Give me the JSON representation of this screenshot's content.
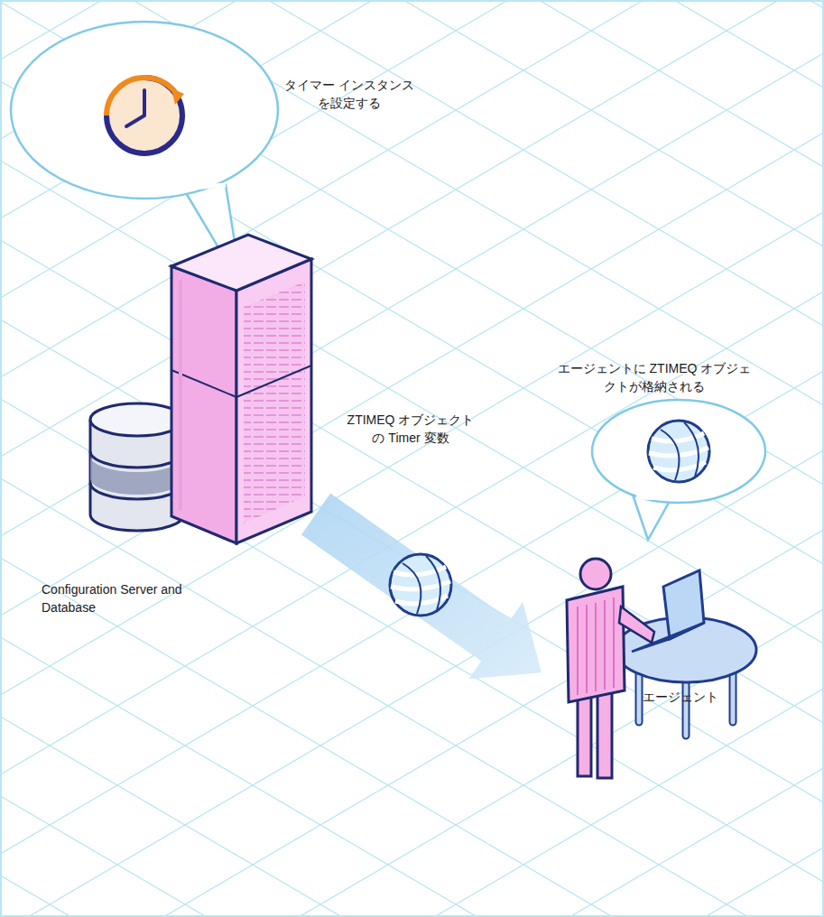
{
  "diagram": {
    "nodes": [
      {
        "text": [
          "Configuration Server and Database"
        ]
      },
      {
        "text": [
          "エージェント"
        ]
      }
    ],
    "edges": [
      {
        "from": 0,
        "to": 1,
        "arrow": "to",
        "label": "ZTIMEQ オブジェクト の Timer 変数"
      }
    ],
    "labels": [
      "タイマー インスタンスを設定する",
      "エージェントに ZTIMEQ オブジェクトが格納される"
    ]
  }
}
